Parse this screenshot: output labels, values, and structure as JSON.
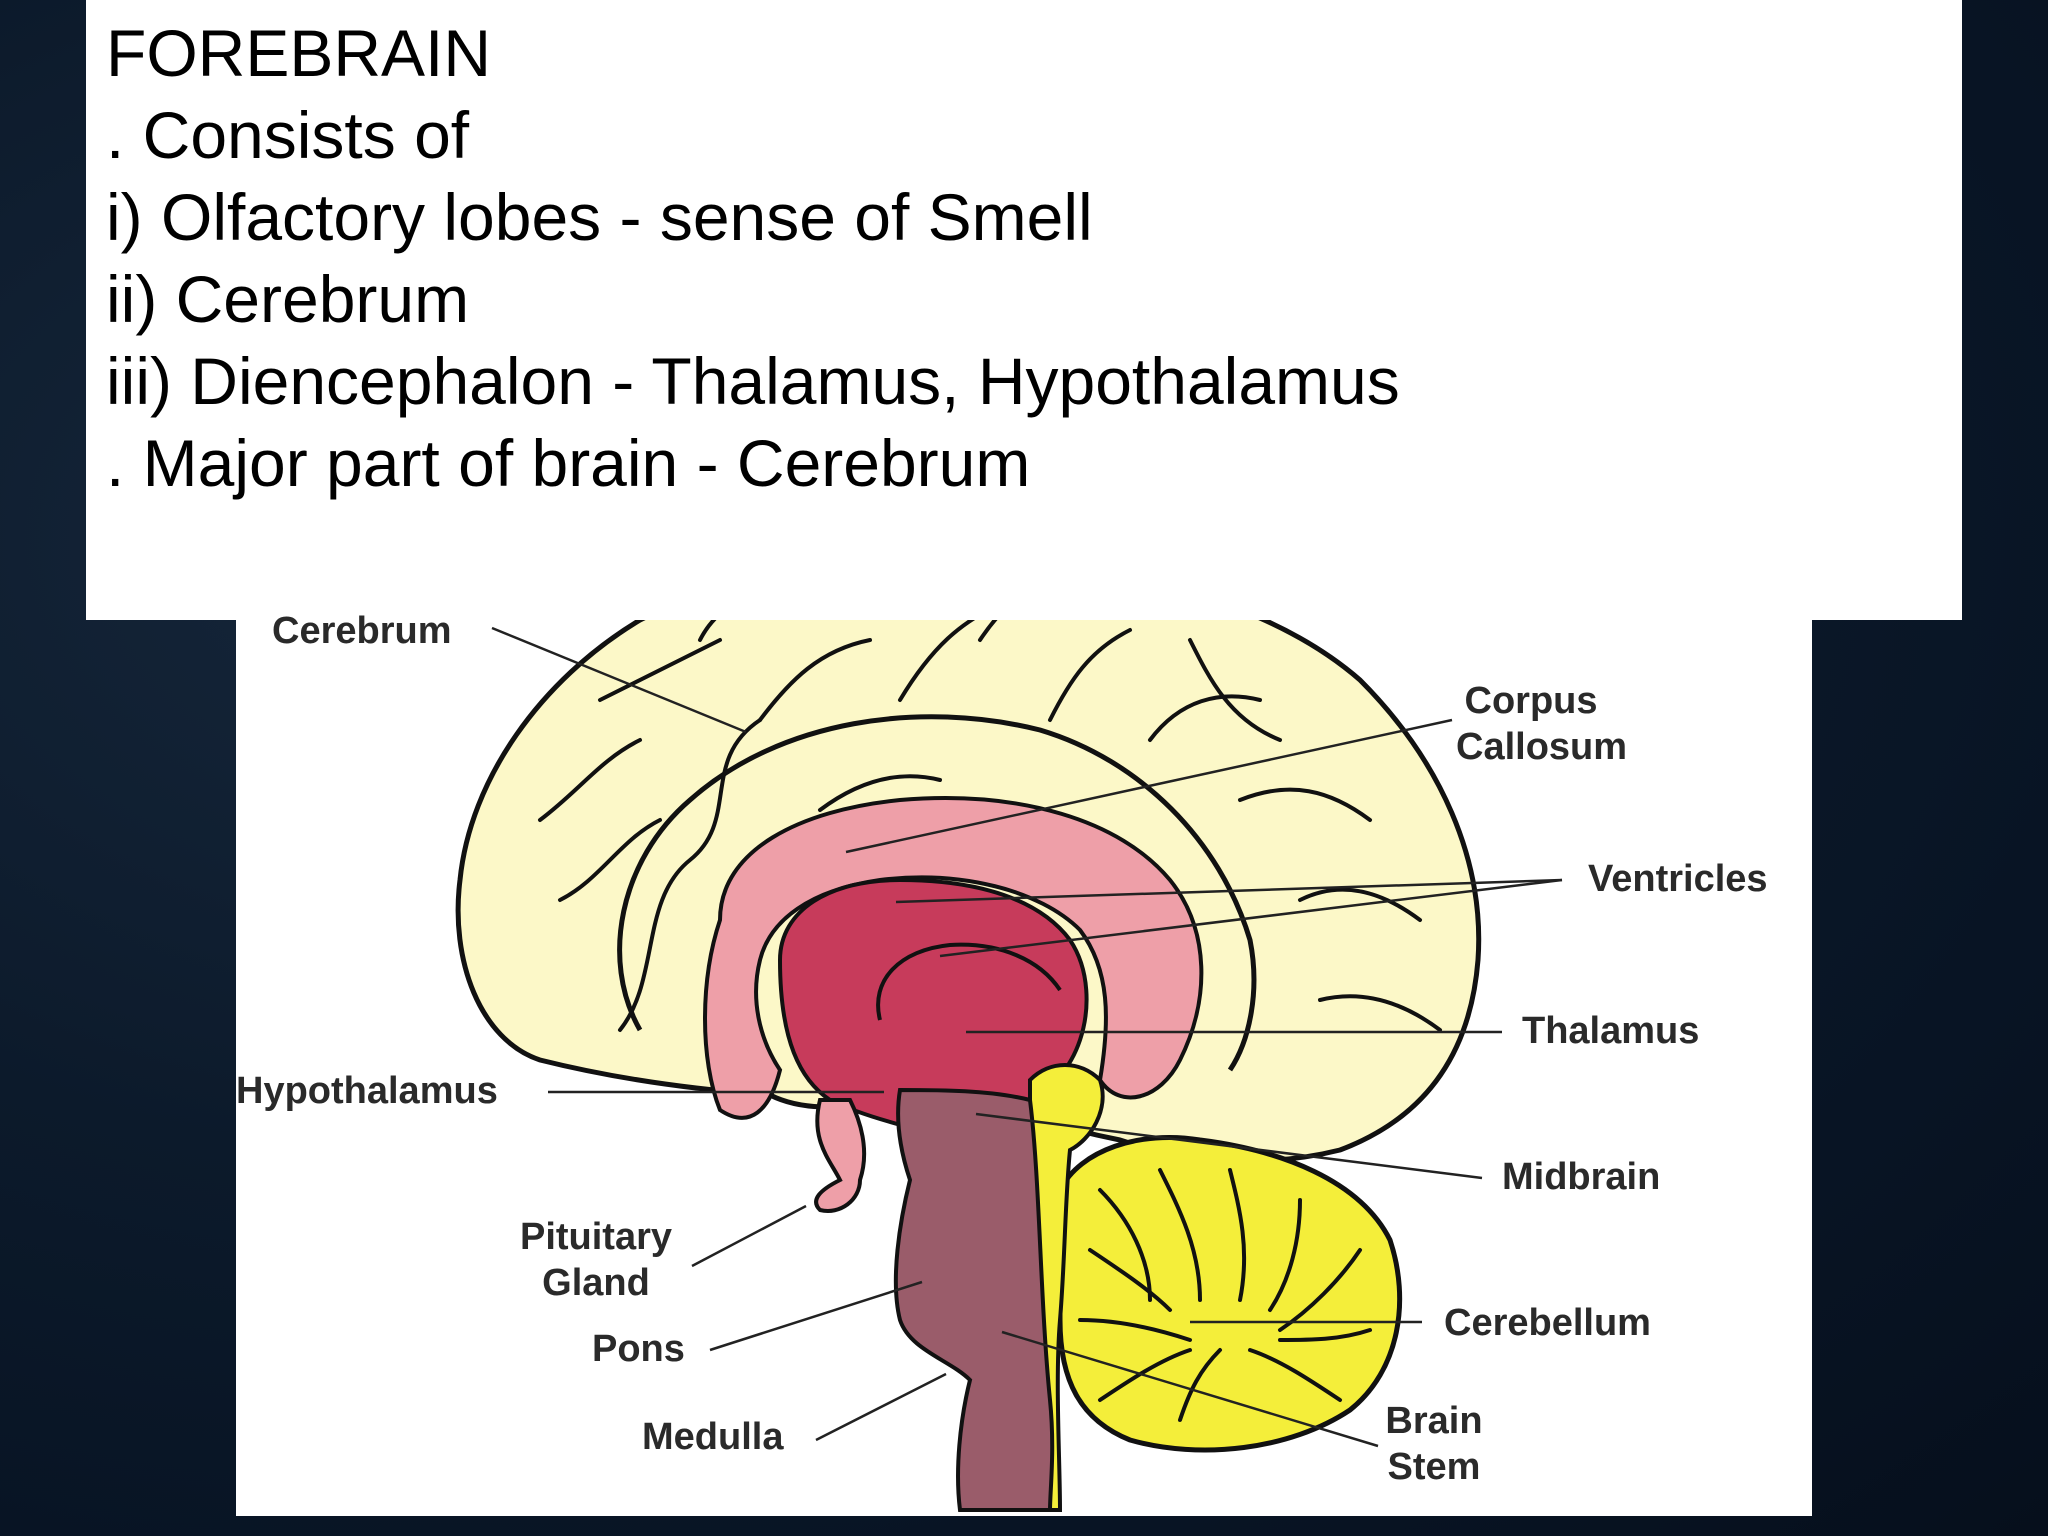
{
  "slide": {
    "lines": [
      "FOREBRAIN",
      ". Consists of",
      "i) Olfactory lobes - sense of Smell",
      "ii) Cerebrum",
      "iii) Diencephalon - Thalamus, Hypothalamus",
      ". Major part of brain - Cerebrum"
    ]
  },
  "diagram": {
    "labels": {
      "cerebrum": "Cerebrum",
      "corpus_callosum_1": "Corpus",
      "corpus_callosum_2": "Callosum",
      "ventricles": "Ventricles",
      "thalamus": "Thalamus",
      "hypothalamus": "Hypothalamus",
      "midbrain": "Midbrain",
      "pituitary_1": "Pituitary",
      "pituitary_2": "Gland",
      "pons": "Pons",
      "cerebellum": "Cerebellum",
      "medulla": "Medulla",
      "brain_stem_1": "Brain",
      "brain_stem_2": "Stem"
    },
    "colors": {
      "cerebrum": "#fcf8c8",
      "corpus_callosum": "#ee9fa8",
      "ventricles": "#c73b5b",
      "brain_stem": "#9a5c6a",
      "cerebellum": "#f4ee3a",
      "outline": "#111111"
    }
  }
}
